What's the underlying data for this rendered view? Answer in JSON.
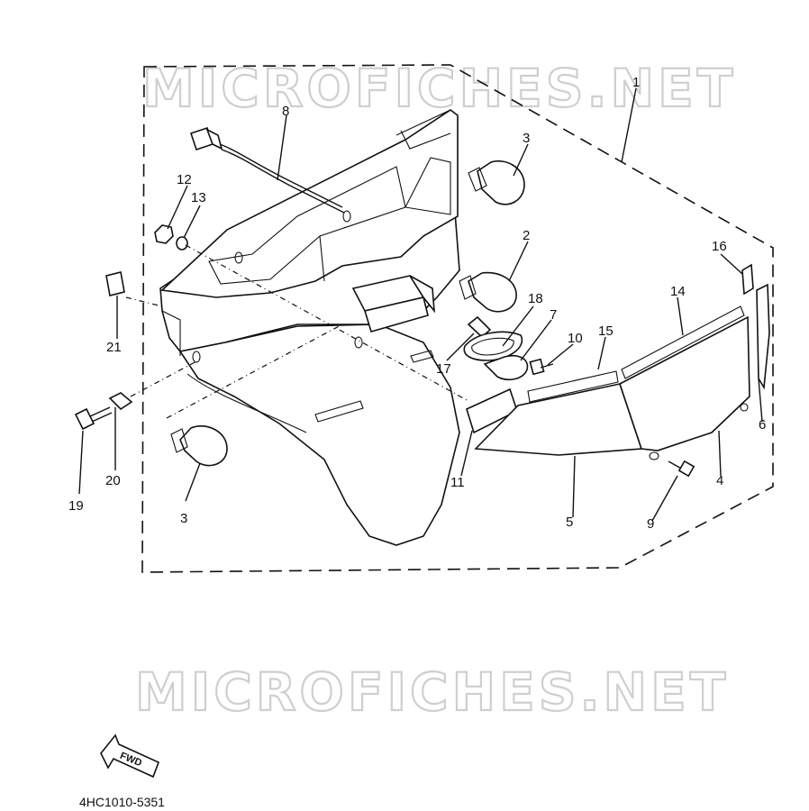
{
  "watermark": "MICROFICHES.NET",
  "diagram_code": "4HC1010-5351",
  "direction_arrow": "FWD",
  "callouts": [
    "1",
    "2",
    "3",
    "3",
    "4",
    "5",
    "6",
    "7",
    "8",
    "9",
    "10",
    "11",
    "12",
    "13",
    "14",
    "15",
    "16",
    "17",
    "18",
    "19",
    "20",
    "21"
  ]
}
